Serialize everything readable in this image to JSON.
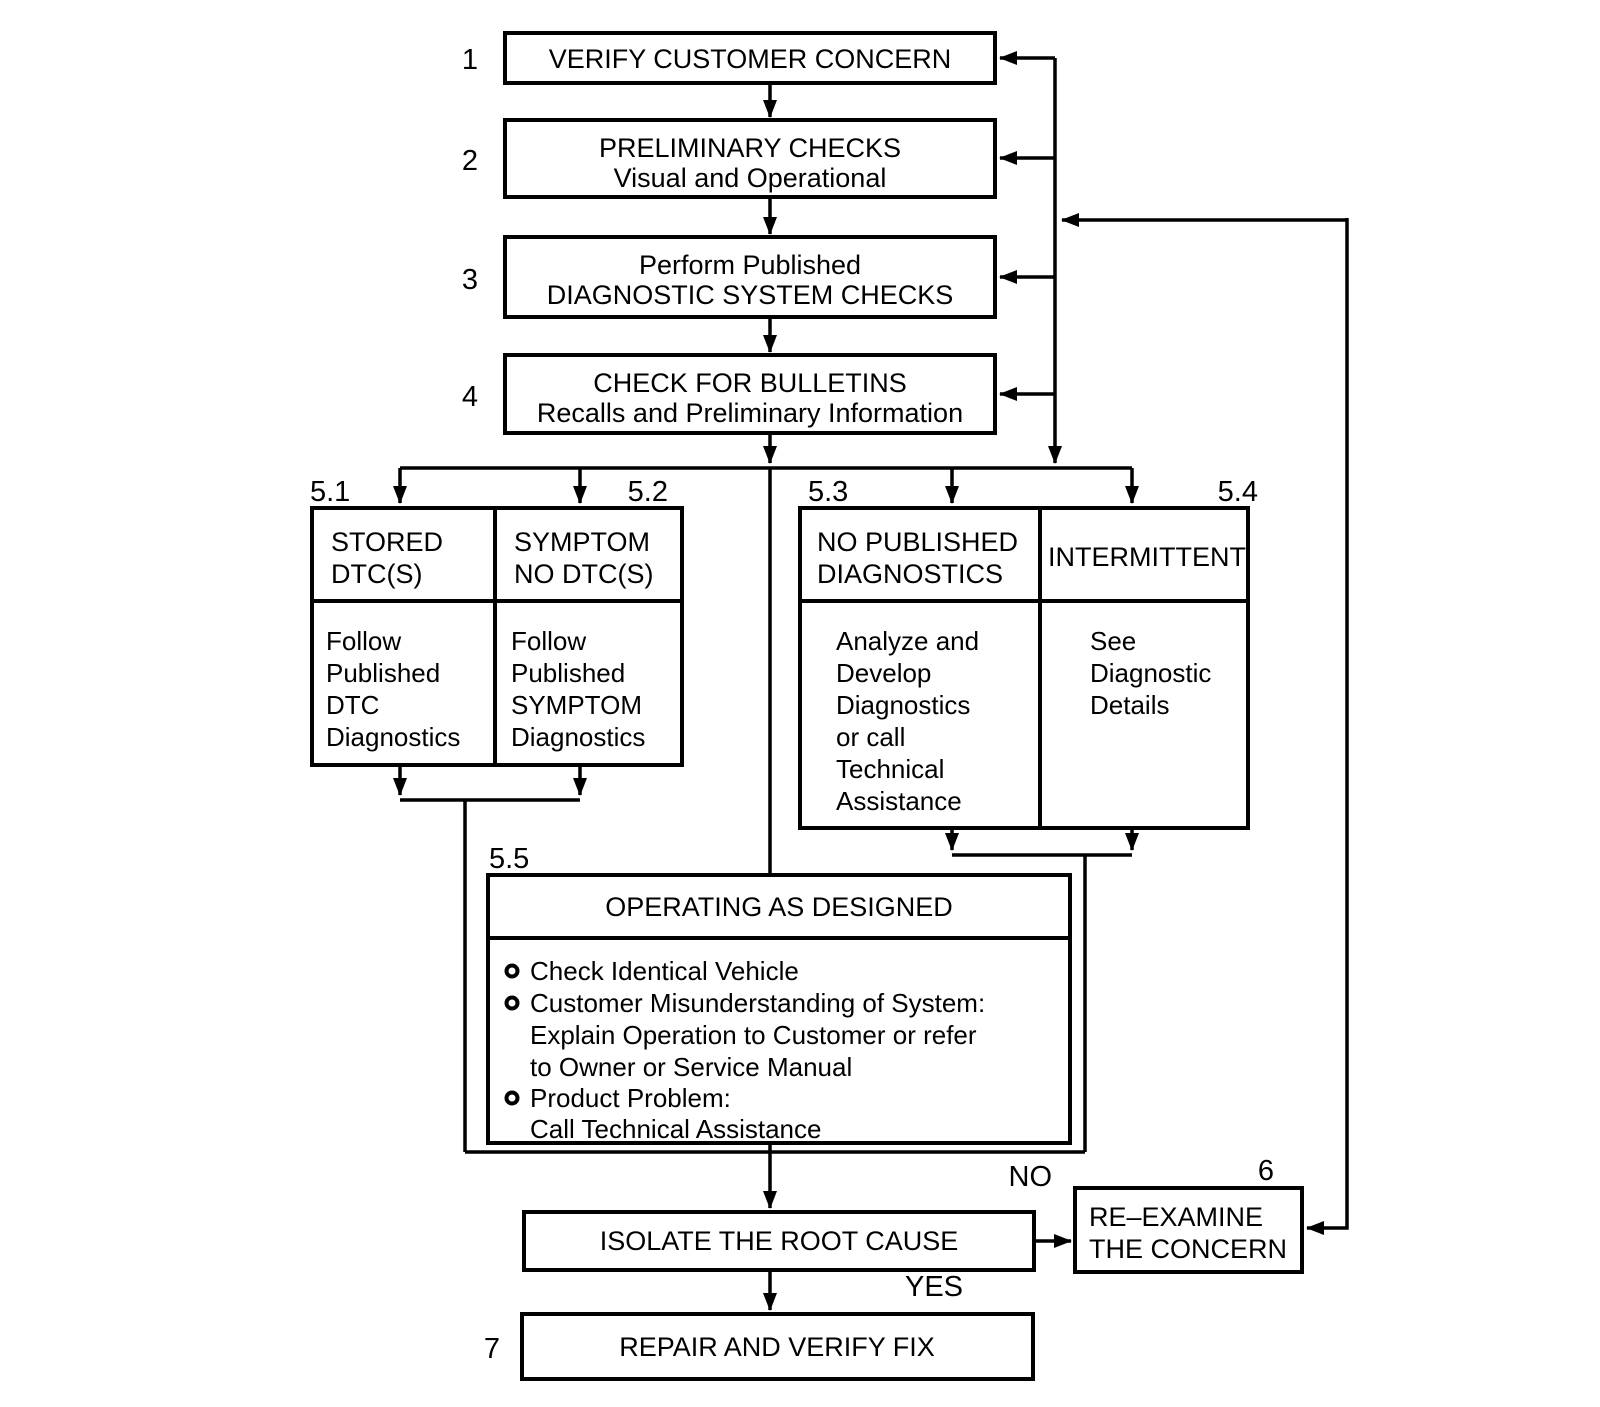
{
  "page": {
    "background": "#ffffff",
    "line_color": "#000000"
  },
  "flowchart": {
    "steps": {
      "s1": {
        "number": "1",
        "lines": [
          "VERIFY CUSTOMER CONCERN"
        ]
      },
      "s2": {
        "number": "2",
        "lines": [
          "PRELIMINARY CHECKS",
          "Visual and Operational"
        ]
      },
      "s3": {
        "number": "3",
        "lines": [
          "Perform Published",
          "DIAGNOSTIC SYSTEM CHECKS"
        ]
      },
      "s4": {
        "number": "4",
        "lines": [
          "CHECK FOR BULLETINS",
          "Recalls and Preliminary Information"
        ]
      },
      "s51": {
        "number": "5.1",
        "header": [
          "STORED",
          "DTC(S)"
        ],
        "body": [
          "Follow",
          "Published",
          "DTC",
          "Diagnostics"
        ]
      },
      "s52": {
        "number": "5.2",
        "header": [
          "SYMPTOM",
          "NO DTC(S)"
        ],
        "body": [
          "Follow",
          "Published",
          "SYMPTOM",
          "Diagnostics"
        ]
      },
      "s53": {
        "number": "5.3",
        "header": [
          "NO PUBLISHED",
          "DIAGNOSTICS"
        ],
        "body": [
          "Analyze and",
          "Develop",
          "Diagnostics",
          "or call",
          "Technical",
          "Assistance"
        ]
      },
      "s54": {
        "number": "5.4",
        "header": [
          "INTERMITTENT"
        ],
        "body": [
          "See",
          "Diagnostic",
          "Details"
        ]
      },
      "s55": {
        "number": "5.5",
        "title": "OPERATING AS DESIGNED",
        "lines": [
          "Check Identical Vehicle",
          "Customer Misunderstanding of System:",
          "Explain Operation to Customer or refer",
          "to Owner or Service Manual",
          "Product Problem:",
          "Call Technical Assistance"
        ]
      },
      "isolate": {
        "lines": [
          "ISOLATE THE ROOT CAUSE"
        ]
      },
      "s6": {
        "number": "6",
        "lines": [
          "RE–EXAMINE",
          "THE CONCERN"
        ]
      },
      "s7": {
        "number": "7",
        "lines": [
          "REPAIR AND VERIFY FIX"
        ]
      }
    },
    "branch_labels": {
      "no": "NO",
      "yes": "YES"
    }
  }
}
